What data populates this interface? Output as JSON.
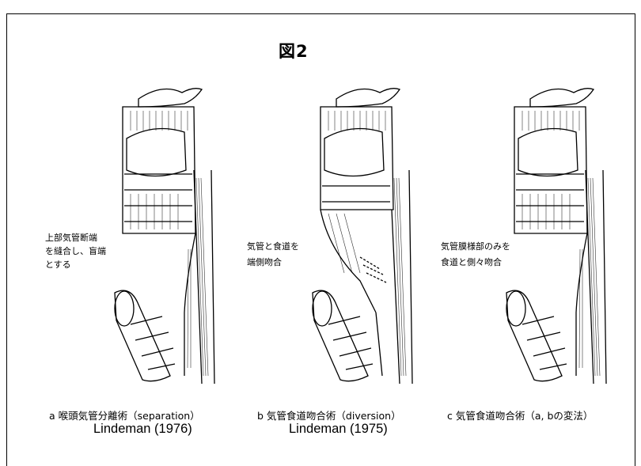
{
  "title": "図2",
  "panels": [
    {
      "note_lines": [
        "上部気管断端",
        "を縫合し、盲端",
        "とする"
      ],
      "caption": "a 喉頭気管分離術（separation）",
      "author": "Lindeman (1976)"
    },
    {
      "note_lines": [
        "気管と食道を",
        "端側吻合"
      ],
      "caption": "b 気管食道吻合術（diversion）",
      "author": "Lindeman (1975)"
    },
    {
      "note_lines": [
        "気管膜様部のみを",
        "食道と側々吻合"
      ],
      "caption": "c 気管食道吻合術（a, bの変法）",
      "author": ""
    }
  ]
}
